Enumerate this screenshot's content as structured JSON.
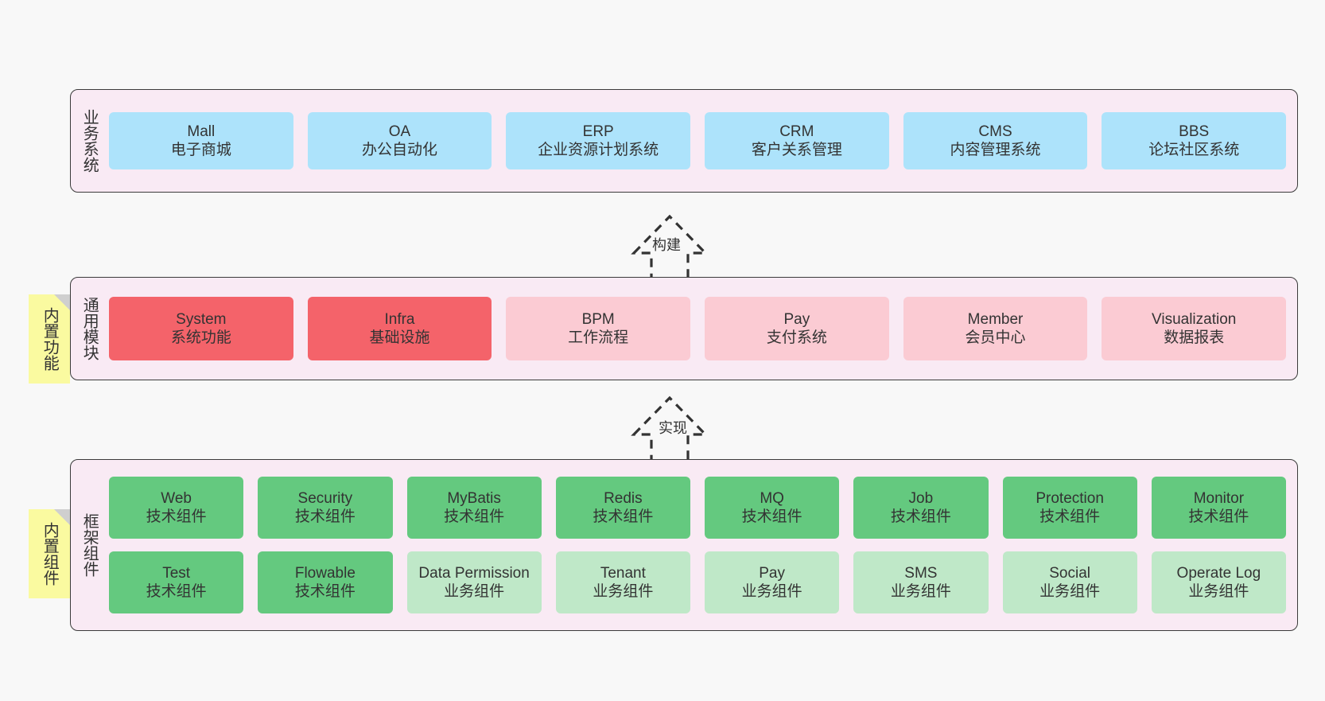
{
  "diagram": {
    "layers": [
      {
        "id": "business",
        "title": "业务系统",
        "rows": [
          {
            "cards": [
              {
                "t1": "Mall",
                "t2": "电子商城",
                "color": "#ade3fb"
              },
              {
                "t1": "OA",
                "t2": "办公自动化",
                "color": "#ade3fb"
              },
              {
                "t1": "ERP",
                "t2": "企业资源计划系统",
                "color": "#ade3fb"
              },
              {
                "t1": "CRM",
                "t2": "客户关系管理",
                "color": "#ade3fb"
              },
              {
                "t1": "CMS",
                "t2": "内容管理系统",
                "color": "#ade3fb"
              },
              {
                "t1": "BBS",
                "t2": "论坛社区系统",
                "color": "#ade3fb"
              }
            ]
          }
        ]
      },
      {
        "id": "modules",
        "title": "通用模块",
        "rows": [
          {
            "cards": [
              {
                "t1": "System",
                "t2": "系统功能",
                "color": "#f4636a"
              },
              {
                "t1": "Infra",
                "t2": "基础设施",
                "color": "#f4636a"
              },
              {
                "t1": "BPM",
                "t2": "工作流程",
                "color": "#fbcbd3"
              },
              {
                "t1": "Pay",
                "t2": "支付系统",
                "color": "#fbcbd3"
              },
              {
                "t1": "Member",
                "t2": "会员中心",
                "color": "#fbcbd3"
              },
              {
                "t1": "Visualization",
                "t2": "数据报表",
                "color": "#fbcbd3"
              }
            ]
          }
        ]
      },
      {
        "id": "framework",
        "title": "框架组件",
        "rows": [
          {
            "cards": [
              {
                "t1": "Web",
                "t2": "技术组件",
                "color": "#64c97f"
              },
              {
                "t1": "Security",
                "t2": "技术组件",
                "color": "#64c97f"
              },
              {
                "t1": "MyBatis",
                "t2": "技术组件",
                "color": "#64c97f"
              },
              {
                "t1": "Redis",
                "t2": "技术组件",
                "color": "#64c97f"
              },
              {
                "t1": "MQ",
                "t2": "技术组件",
                "color": "#64c97f"
              },
              {
                "t1": "Job",
                "t2": "技术组件",
                "color": "#64c97f"
              },
              {
                "t1": "Protection",
                "t2": "技术组件",
                "color": "#64c97f"
              },
              {
                "t1": "Monitor",
                "t2": "技术组件",
                "color": "#64c97f"
              }
            ]
          },
          {
            "cards": [
              {
                "t1": "Test",
                "t2": "技术组件",
                "color": "#64c97f"
              },
              {
                "t1": "Flowable",
                "t2": "技术组件",
                "color": "#64c97f"
              },
              {
                "t1": "Data Permission",
                "t2": "业务组件",
                "color": "#bfe8c8"
              },
              {
                "t1": "Tenant",
                "t2": "业务组件",
                "color": "#bfe8c8"
              },
              {
                "t1": "Pay",
                "t2": "业务组件",
                "color": "#bfe8c8"
              },
              {
                "t1": "SMS",
                "t2": "业务组件",
                "color": "#bfe8c8"
              },
              {
                "t1": "Social",
                "t2": "业务组件",
                "color": "#bfe8c8"
              },
              {
                "t1": "Operate Log",
                "t2": "业务组件",
                "color": "#bfe8c8"
              }
            ]
          }
        ]
      }
    ],
    "notes": [
      {
        "id": "builtin-function",
        "text": "内置功能"
      },
      {
        "id": "builtin-component",
        "text": "内置组件"
      }
    ],
    "arrows": [
      {
        "id": "build",
        "label": "构建"
      },
      {
        "id": "realize",
        "label": "实现"
      }
    ],
    "colors": {
      "layer_background": "#f9eaf4",
      "layer_border": "#3b3b3b",
      "note_background": "#fafaa0",
      "note_fold": "#cfcfcf",
      "page_background": "#f8f8f8",
      "business_card": "#ade3fb",
      "module_primary": "#f4636a",
      "module_secondary": "#fbcbd3",
      "framework_tech": "#64c97f",
      "framework_business": "#bfe8c8",
      "text": "#333333",
      "arrow_stroke": "#333333"
    }
  }
}
